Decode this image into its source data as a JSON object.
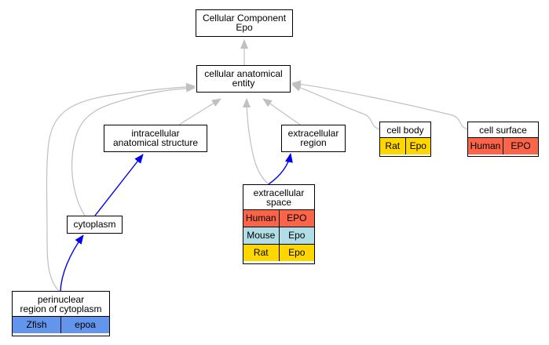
{
  "colors": {
    "is_a_edge": "#c0c0c0",
    "part_of_edge": "#0000ee",
    "Human": "#fa6448",
    "Mouse": "#b0dde6",
    "Rat": "#ffd700",
    "Zfish": "#6495ed"
  },
  "nodes": {
    "root": {
      "title": "Cellular Component\nEpo"
    },
    "cae": {
      "title": "cellular anatomical\nentity"
    },
    "ias": {
      "title": "intracellular\nanatomical structure"
    },
    "er": {
      "title": "extracellular\nregion"
    },
    "cb": {
      "title": "cell body",
      "genes": [
        {
          "species": "Rat",
          "gene": "Epo"
        }
      ]
    },
    "cs": {
      "title": "cell surface",
      "genes": [
        {
          "species": "Human",
          "gene": "EPO"
        }
      ]
    },
    "es": {
      "title": "extracellular\nspace",
      "genes": [
        {
          "species": "Human",
          "gene": "EPO"
        },
        {
          "species": "Mouse",
          "gene": "Epo"
        },
        {
          "species": "Rat",
          "gene": "Epo"
        }
      ]
    },
    "cyto": {
      "title": "cytoplasm"
    },
    "prc": {
      "title": "perinuclear\nregion of cytoplasm",
      "genes": [
        {
          "species": "Zfish",
          "gene": "epoa"
        }
      ]
    }
  },
  "edges": [
    {
      "from": "cae",
      "to": "root",
      "type": "is_a"
    },
    {
      "from": "ias",
      "to": "cae",
      "type": "is_a"
    },
    {
      "from": "er",
      "to": "cae",
      "type": "is_a"
    },
    {
      "from": "cb",
      "to": "cae",
      "type": "is_a"
    },
    {
      "from": "cs",
      "to": "cae",
      "type": "is_a"
    },
    {
      "from": "es",
      "to": "cae",
      "type": "is_a"
    },
    {
      "from": "cyto",
      "to": "cae",
      "type": "is_a"
    },
    {
      "from": "prc",
      "to": "cae",
      "type": "is_a"
    },
    {
      "from": "es",
      "to": "er",
      "type": "part_of"
    },
    {
      "from": "cyto",
      "to": "ias",
      "type": "part_of"
    },
    {
      "from": "prc",
      "to": "cyto",
      "type": "part_of"
    }
  ]
}
